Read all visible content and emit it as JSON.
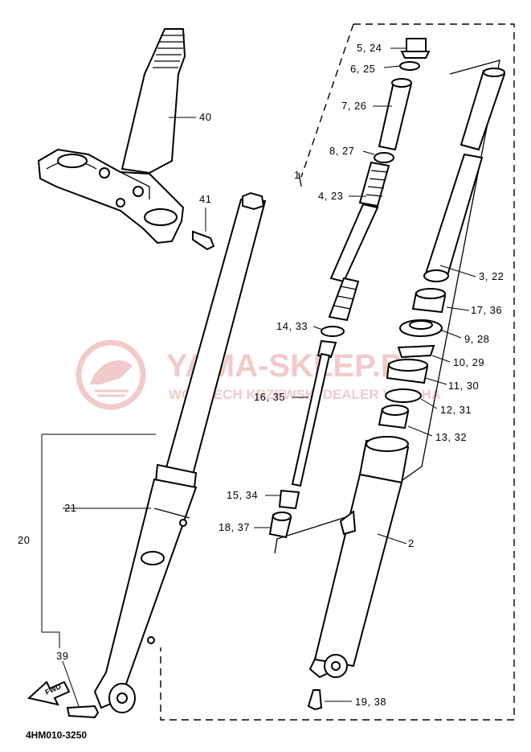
{
  "diagram": {
    "code": "4HM010-3250",
    "fwd_label": "FWD",
    "watermark": {
      "brand": "YAMA-SKLEP.PL",
      "subtitle": "WOJCIECH KRZEWSKI DEALER YAMAHA",
      "color": "#e8a0a0"
    },
    "callouts": [
      {
        "id": "c1",
        "text": "1"
      },
      {
        "id": "c2",
        "text": "2"
      },
      {
        "id": "c3",
        "text": "3, 22"
      },
      {
        "id": "c4",
        "text": "4, 23"
      },
      {
        "id": "c5",
        "text": "5, 24"
      },
      {
        "id": "c6",
        "text": "6, 25"
      },
      {
        "id": "c7",
        "text": "7, 26"
      },
      {
        "id": "c8",
        "text": "8, 27"
      },
      {
        "id": "c9",
        "text": "9, 28"
      },
      {
        "id": "c10",
        "text": "10, 29"
      },
      {
        "id": "c11",
        "text": "11, 30"
      },
      {
        "id": "c12",
        "text": "12, 31"
      },
      {
        "id": "c13",
        "text": "13, 32"
      },
      {
        "id": "c14",
        "text": "14, 33"
      },
      {
        "id": "c15",
        "text": "15, 34"
      },
      {
        "id": "c16",
        "text": "16, 35"
      },
      {
        "id": "c17",
        "text": "17, 36"
      },
      {
        "id": "c18",
        "text": "18, 37"
      },
      {
        "id": "c19",
        "text": "19, 38"
      },
      {
        "id": "c20",
        "text": "20"
      },
      {
        "id": "c21",
        "text": "21"
      },
      {
        "id": "c39",
        "text": "39"
      },
      {
        "id": "c40",
        "text": "40"
      },
      {
        "id": "c41",
        "text": "41"
      }
    ]
  }
}
